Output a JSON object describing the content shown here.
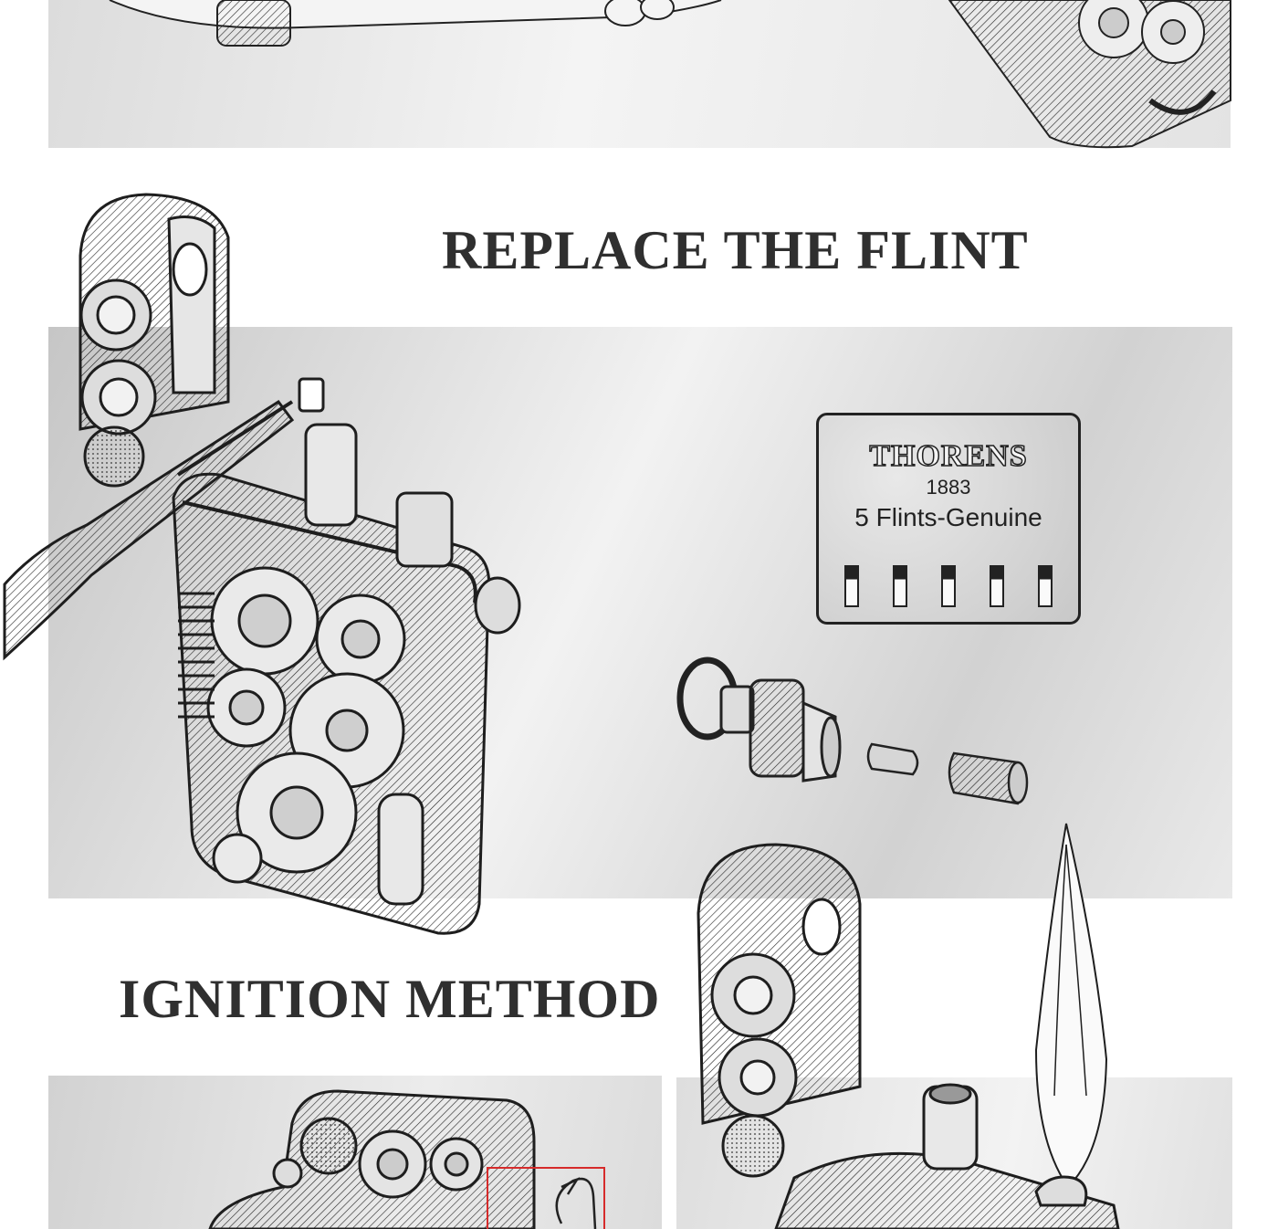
{
  "sections": {
    "replace_flint": {
      "title": "REPLACE THE FLINT"
    },
    "ignition_method": {
      "title": "IGNITION METHOD"
    }
  },
  "flint_box": {
    "brand": "THORENS",
    "year": "1883",
    "label": "5 Flints-Genuine",
    "slot_count": 5
  },
  "colors": {
    "heading": "#2f2f2f",
    "panel_gray": "#d9d9d9",
    "ink": "#222222",
    "highlight_box": "#d62b2b"
  }
}
